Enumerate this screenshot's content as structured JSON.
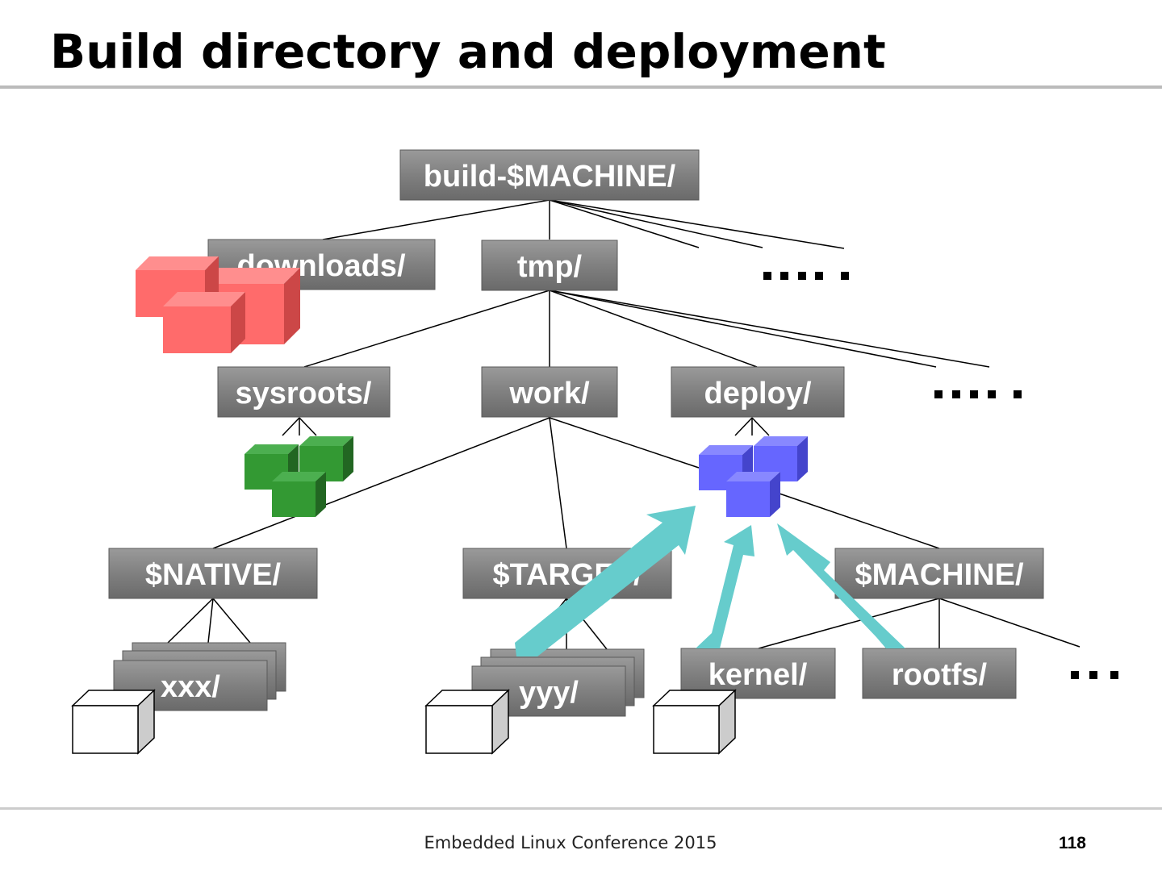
{
  "slide": {
    "title": "Build directory and deployment",
    "footer": "Embedded Linux Conference 2015",
    "page_number": "118"
  },
  "nodes": {
    "build": "build-$MACHINE/",
    "downloads": "downloads/",
    "tmp": "tmp/",
    "sysroots": "sysroots/",
    "work": "work/",
    "deploy": "deploy/",
    "native": "$NATIVE/",
    "target": "$TARGET/",
    "machine": "$MACHINE/",
    "xxx": "xxx/",
    "yyy": "yyy/",
    "kernel": "kernel/",
    "rootfs": "rootfs/"
  },
  "colors": {
    "node_fill": "#7d7d7d",
    "arrow": "#66cccc",
    "download_cubes": "#ff6b6b",
    "sysroot_cubes": "#339933",
    "deploy_cubes": "#6666ff",
    "rule": "#bbbbbb"
  }
}
